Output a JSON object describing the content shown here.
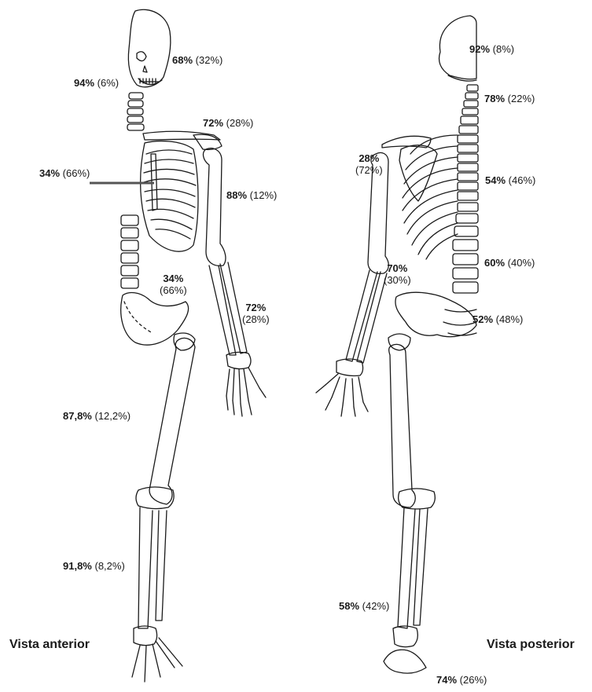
{
  "views": {
    "anterior": "Vista anterior",
    "posterior": "Vista posterior"
  },
  "labels": {
    "skull_anterior": {
      "bold": "68%",
      "normal": "(32%)"
    },
    "mandible": {
      "bold": "94%",
      "normal": "(6%)"
    },
    "clavicle": {
      "bold": "72%",
      "normal": "(28%)"
    },
    "sternum": {
      "bold": "34%",
      "normal": "(66%)"
    },
    "humerus": {
      "bold": "88%",
      "normal": "(12%)"
    },
    "pelvis_anterior": {
      "bold": "34%",
      "normal": "(66%)"
    },
    "forearm_anterior": {
      "bold": "72%",
      "normal": "(28%)"
    },
    "femur": {
      "bold": "87,8%",
      "normal": "(12,2%)"
    },
    "tibia": {
      "bold": "91,8%",
      "normal": "(8,2%)"
    },
    "skull_posterior": {
      "bold": "92%",
      "normal": "(8%)"
    },
    "cervical": {
      "bold": "78%",
      "normal": "(22%)"
    },
    "scapula": {
      "bold": "28%",
      "normal": "(72%)"
    },
    "thoracic": {
      "bold": "54%",
      "normal": "(46%)"
    },
    "lumbar": {
      "bold": "60%",
      "normal": "(40%)"
    },
    "forearm_posterior": {
      "bold": "70%",
      "normal": "(30%)"
    },
    "sacrum": {
      "bold": "52%",
      "normal": "(48%)"
    },
    "fibula": {
      "bold": "58%",
      "normal": "(42%)"
    },
    "calcaneus": {
      "bold": "74%",
      "normal": "(26%)"
    }
  }
}
